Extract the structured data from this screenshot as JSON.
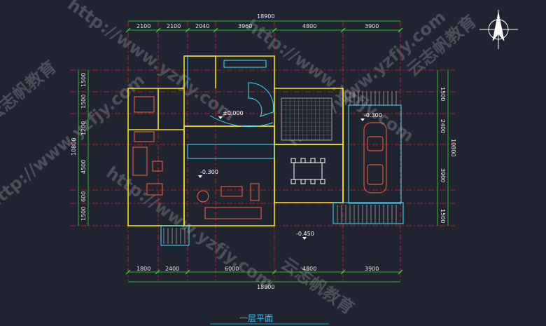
{
  "drawing": {
    "title": "一层平面",
    "colors": {
      "background": "#1f2430",
      "dimension": "#2fe02f",
      "axis": "#e02020",
      "wall": "#f0e020",
      "interior": "#40e0ff",
      "furniture": "#ff6040",
      "text": "#e6e6e6"
    }
  },
  "dimensions": {
    "top_total": "18900",
    "top_segments": [
      "2100",
      "2100",
      "2040",
      "3960",
      "4800",
      "3900"
    ],
    "bottom_total": "18900",
    "bottom_segments": [
      "1800",
      "2400",
      "6000",
      "4800",
      "3900"
    ],
    "left_segments": [
      "1500",
      "1500",
      "1200",
      "4500",
      "600",
      "1500"
    ],
    "left_total": "10800",
    "right_segments": [
      "1500",
      "2400",
      "3900",
      "1500"
    ],
    "right_total": "10800"
  },
  "levels": {
    "hall": "±0.000",
    "living": "-0.300",
    "garage": "-0.300",
    "entry": "-0.450"
  },
  "watermark": {
    "url": "http://www.yzfjy.com",
    "brand": "云志帆教育"
  }
}
